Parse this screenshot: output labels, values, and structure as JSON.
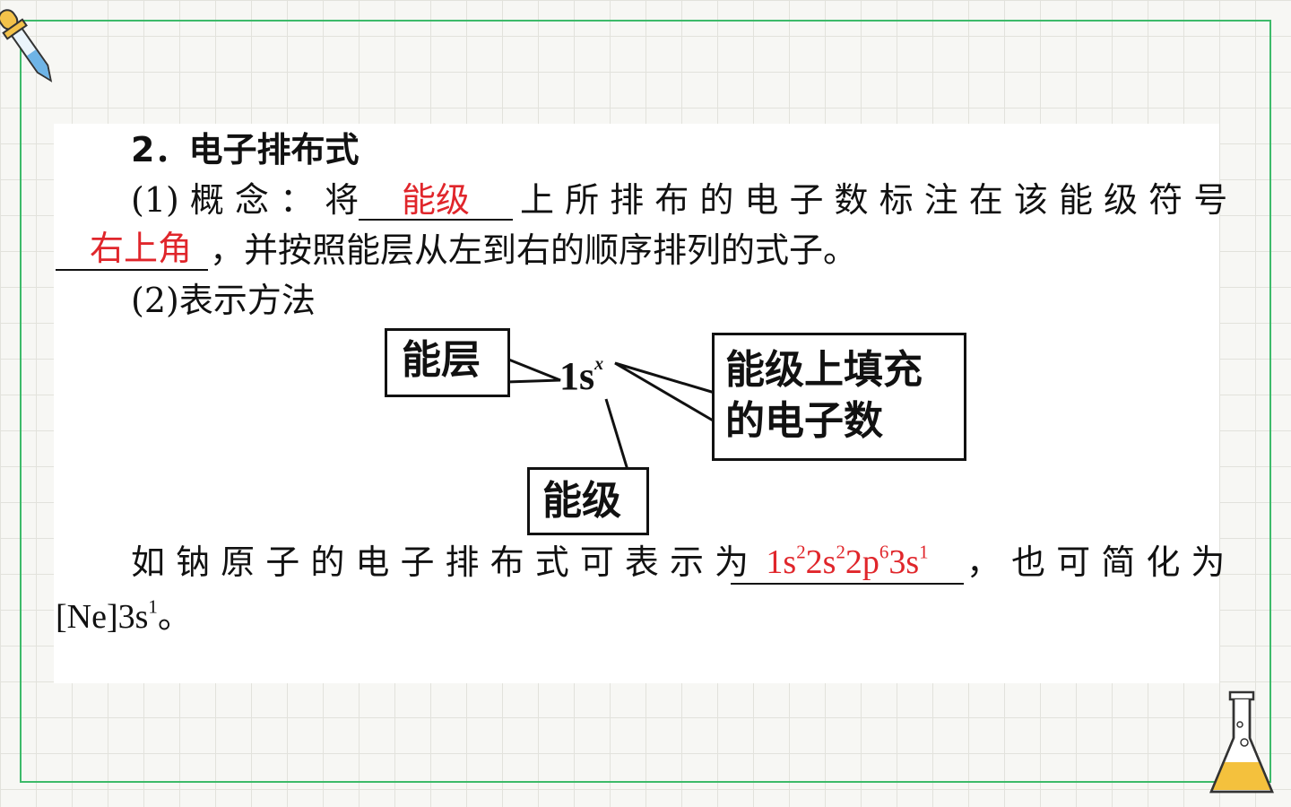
{
  "section": {
    "heading": "2．电子排布式",
    "concept_label": "(1) 概 念 ： 将",
    "concept_answer_1": "能级",
    "concept_mid": "上 所 排 布 的 电 子 数 标 注 在 该 能 级 符 号",
    "concept_answer_2": "右上角",
    "concept_tail": "，并按照能层从左到右的顺序排列的式子。",
    "method_label": "(2)表示方法"
  },
  "diagram": {
    "notation_main": "1s",
    "notation_sup": "x",
    "box_shell": "能层",
    "box_sublevel": "能级",
    "box_electrons_line1": "能级上填充",
    "box_electrons_line2": "的电子数"
  },
  "example": {
    "lead": "如 钠 原 子 的 电 子 排 布 式 可 表 示 为",
    "answer_parts": [
      {
        "base": "1s",
        "sup": "2"
      },
      {
        "base": "2s",
        "sup": "2"
      },
      {
        "base": "2p",
        "sup": "6"
      },
      {
        "base": "3s",
        "sup": "1"
      }
    ],
    "after": "，  也 可 简 化 为",
    "simplified_base": "[Ne]3s",
    "simplified_sup": "1",
    "simplified_end": "。"
  },
  "colors": {
    "answer_red": "#e0262b",
    "frame_green": "#3dba6a",
    "grid": "#e2e2dc"
  },
  "icons": [
    "dropper-icon",
    "flask-icon"
  ]
}
